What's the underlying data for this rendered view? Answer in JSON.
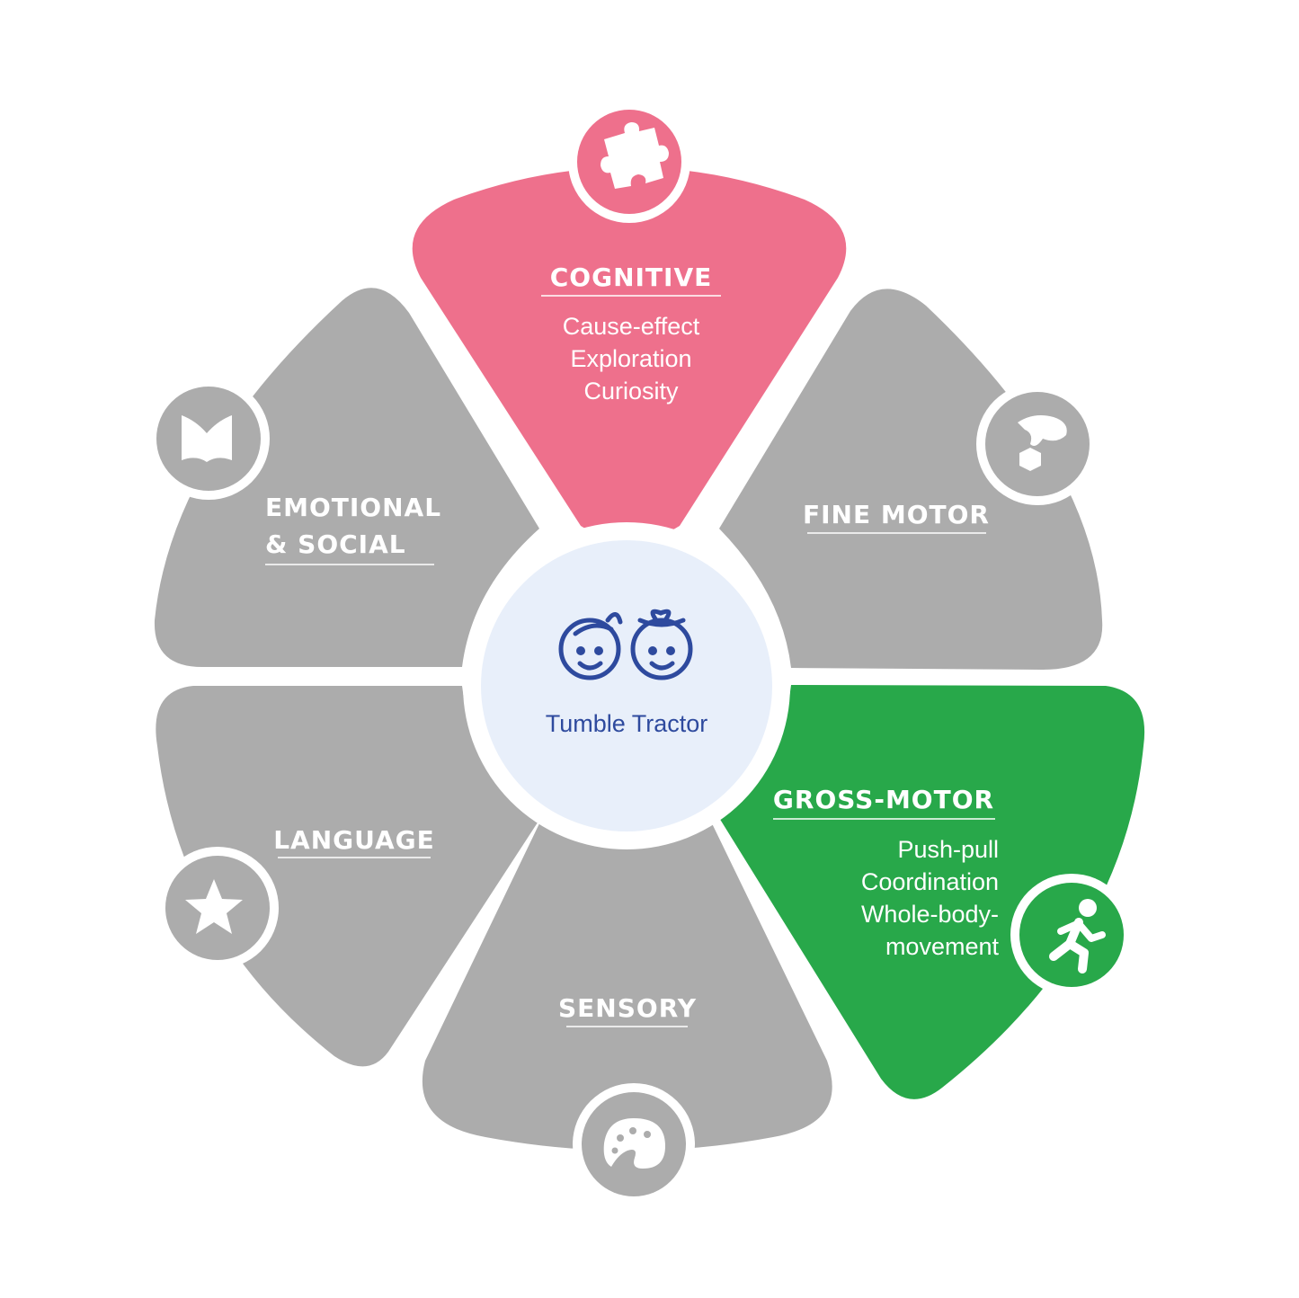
{
  "colors": {
    "inactive": "#acacac",
    "cognitive": "#ee708c",
    "gross_motor": "#28a84a",
    "center_fill": "#e8effa",
    "center_text": "#2e4a9e",
    "background": "#ffffff"
  },
  "center": {
    "icon": "two-kids-faces-icon",
    "label": "Tumble Tractor"
  },
  "petals": [
    {
      "id": "cognitive",
      "title": "COGNITIVE",
      "active": true,
      "icon": "puzzle-piece-icon",
      "lines": [
        "Cause-effect",
        "Exploration",
        "Curiosity"
      ]
    },
    {
      "id": "fine-motor",
      "title": "FINE MOTOR",
      "active": false,
      "icon": "hand-picking-block-icon",
      "lines": []
    },
    {
      "id": "gross-motor",
      "title": "GROSS-MOTOR",
      "active": true,
      "icon": "running-person-icon",
      "lines": [
        "Push-pull",
        "Coordination",
        "Whole-body-",
        "movement"
      ]
    },
    {
      "id": "sensory",
      "title": "SENSORY",
      "active": false,
      "icon": "paint-palette-icon",
      "lines": []
    },
    {
      "id": "language",
      "title": "LANGUAGE",
      "active": false,
      "icon": "star-icon",
      "lines": []
    },
    {
      "id": "emotional-social",
      "title_line1": "EMOTIONAL",
      "title_line2": "& SOCIAL",
      "active": false,
      "icon": "open-book-icon",
      "lines": []
    }
  ]
}
